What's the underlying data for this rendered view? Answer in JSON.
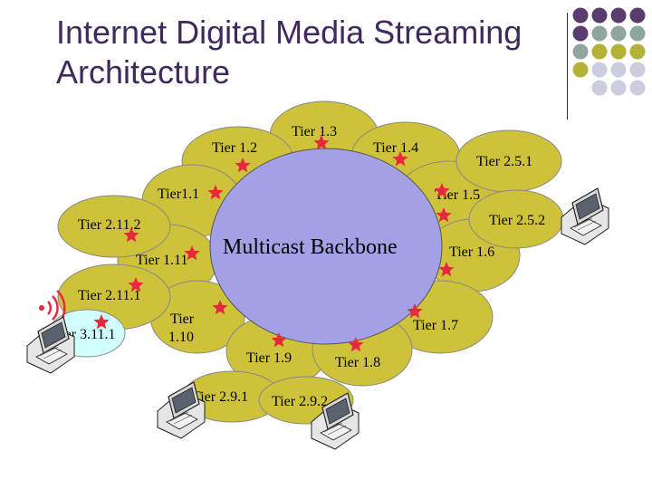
{
  "slide": {
    "title_line1": "Internet Digital Media Streaming",
    "title_line2": "Architecture"
  },
  "colors": {
    "petal": "#cdc23a",
    "backbone": "#a3a0e6",
    "leaf_client": "#cfffff",
    "star": "#e8283e",
    "dot_purple": "#5a3d6e",
    "dot_teal": "#8fa6a0",
    "dot_olive": "#b3b236",
    "dot_lavender": "#cdcde0"
  },
  "diagram": {
    "backbone_label": "Multicast Backbone",
    "labels": {
      "t1_1": "Tier1.1",
      "t1_2": "Tier 1.2",
      "t1_3": "Tier 1.3",
      "t1_4": "Tier 1.4",
      "t1_5": "Tier 1.5",
      "t1_6": "Tier 1.6",
      "t1_7": "Tier 1.7",
      "t1_8": "Tier 1.8",
      "t1_9": "Tier 1.9",
      "t1_10_a": "Tier",
      "t1_10_b": "1.10",
      "t1_11": "Tier 1.11",
      "t2_5_1": "Tier 2.5.1",
      "t2_5_2": "Tier 2.5.2",
      "t2_9_1": "Tier 2.9.1",
      "t2_9_2": "Tier 2.9.2",
      "t2_11_1": "Tier 2.11.1",
      "t2_11_2": "Tier 2.11.2",
      "t3_11_1": "Tier 3.11.1"
    },
    "icons": [
      "computer-icon",
      "wireless-signal-icon",
      "star-marker-icon"
    ]
  }
}
